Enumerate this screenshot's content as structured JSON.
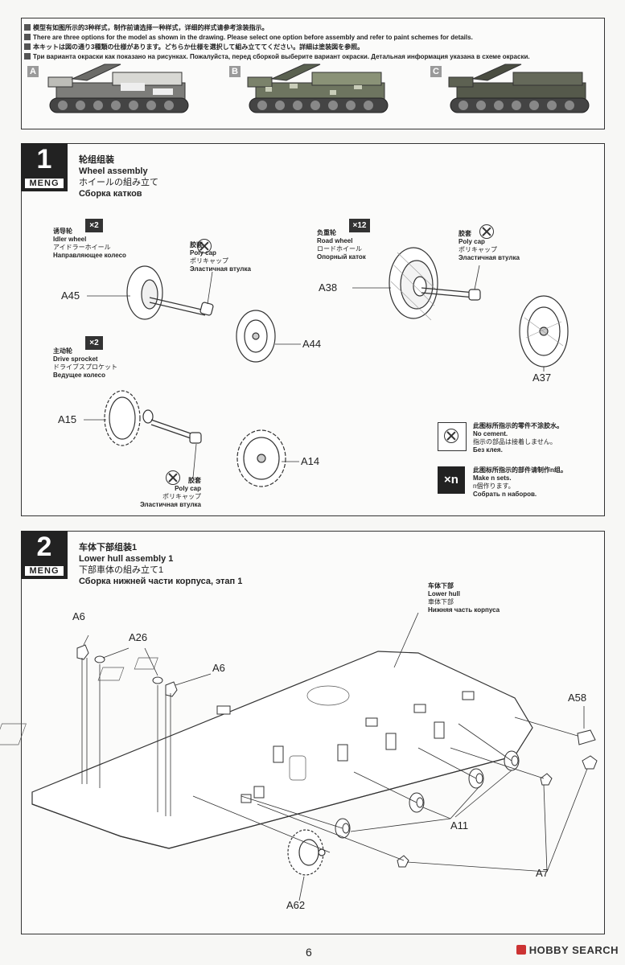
{
  "intro": {
    "cn": "模型有如图所示的3种样式，制作前请选择一种样式，详细的样式请参考涂装指示。",
    "en": "There are three options for the model as shown in the drawing. Please select one option before assembly and refer to paint schemes for details.",
    "jp": "本キットは図の通り3種類の仕様があります。どちらか仕様を選択して組み立ててください。詳細は塗装図を参照。",
    "ru": "Три варианта окраски как показано на рисунках. Пожалуйста, перед сборкой выберите вариант окраски. Детальная информация указана в схеме окраски.",
    "options": [
      "A",
      "B",
      "C"
    ]
  },
  "step1": {
    "number": "1",
    "brand": "MENG",
    "title_cn": "轮组组装",
    "title_en": "Wheel assembly",
    "title_jp": "ホイールの組み立て",
    "title_ru": "Сборка катков",
    "idler": {
      "cn": "诱导轮",
      "en": "Idler wheel",
      "jp": "アイドラーホイール",
      "ru": "Направляющее колесо",
      "qty": "×2"
    },
    "sprocket": {
      "cn": "主动轮",
      "en": "Drive sprocket",
      "jp": "ドライブスプロケット",
      "ru": "Ведущее колесо",
      "qty": "×2"
    },
    "road": {
      "cn": "负重轮",
      "en": "Road wheel",
      "jp": "ロードホイール",
      "ru": "Опорный каток",
      "qty": "×12"
    },
    "polycap": {
      "cn": "胶套",
      "en": "Poly cap",
      "jp": "ポリキャップ",
      "ru": "Эластичная втулка"
    },
    "parts": {
      "a45": "A45",
      "a44": "A44",
      "a15": "A15",
      "a14": "A14",
      "a38": "A38",
      "a37": "A37"
    },
    "legend": {
      "nocement_cn": "此图标所指示的零件不涂胶水。",
      "nocement_en": "No cement.",
      "nocement_jp": "指示の部品は接着しません。",
      "nocement_ru": "Без клея.",
      "make_icon": "×n",
      "make_cn": "此图标所指示的部件请制作n组。",
      "make_en": "Make n sets.",
      "make_jp": "n個作ります。",
      "make_ru": "Собрать n наборов."
    }
  },
  "step2": {
    "number": "2",
    "brand": "MENG",
    "title_cn": "车体下部组装1",
    "title_en": "Lower hull assembly 1",
    "title_jp": "下部車体の組み立て1",
    "title_ru": "Сборка нижней части корпуса, этап 1",
    "hull": {
      "cn": "车体下部",
      "en": "Lower hull",
      "jp": "車体下部",
      "ru": "Нижняя часть корпуса"
    },
    "parts": {
      "a6a": "A6",
      "a26": "A26",
      "a6b": "A6",
      "a58": "A58",
      "a11": "A11",
      "a7": "A7",
      "a62": "A62"
    }
  },
  "footer": {
    "page": "6",
    "watermark": "HOBBY SEARCH"
  }
}
